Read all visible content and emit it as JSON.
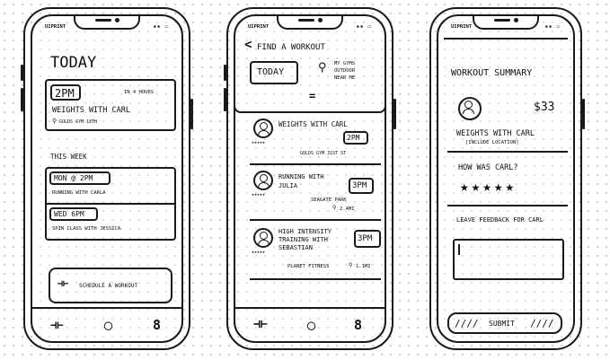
{
  "status_bar": {
    "brand": "UIPRINT",
    "icons": "▪▪ ▭"
  },
  "screen_today": {
    "title": "TODAY",
    "next": {
      "time": "2PM",
      "countdown": "IN 4 HOURS",
      "title": "WEIGHTS WITH CARL",
      "location": "GOLDS GYM 18TH"
    },
    "section_label": "THIS WEEK",
    "week": [
      {
        "time": "MON @ 2PM",
        "title": "RUNNING WITH CARLA"
      },
      {
        "time": "WED 6PM",
        "title": "SPIN CLASS WITH JESSICA"
      }
    ],
    "schedule_label": "SCHEDULE A WORKOUT"
  },
  "screen_find": {
    "back": "<",
    "title": "FIND A WORKOUT",
    "toggle_today": "TODAY",
    "filter_options": [
      "MY GYMS",
      "OUTDOOR",
      "NEAR ME"
    ],
    "handle": "=",
    "results": [
      {
        "title": "WEIGHTS WITH CARL",
        "time": "2PM",
        "location": "GOLDS GYM 31ST ST"
      },
      {
        "title": "RUNNING WITH JULIA",
        "time": "3PM",
        "location": "SEAGATE PARK",
        "distance": "2.4MI"
      },
      {
        "title": "HIGH INTENSITY TRAINING WITH SEBASTIAN",
        "time": "3PM",
        "location": "PLANET FITNESS",
        "distance": "1.1MI"
      }
    ]
  },
  "screen_summary": {
    "title": "WORKOUT SUMMARY",
    "price": "$33",
    "workout": "WEIGHTS WITH CARL",
    "note": "[INCLUDE LOCATION]",
    "question": "HOW WAS CARL?",
    "rating": 5,
    "stars": "★★★★★",
    "feedback_label": "LEAVE FEEDBACK FOR CARL",
    "submit_label": "SUBMIT",
    "submit_deco_left": "////",
    "submit_deco_right": "////"
  },
  "nav": {
    "workouts_icon": "dumbbell-icon",
    "chat_icon": "chat-icon",
    "profile_icon": "person-icon"
  }
}
